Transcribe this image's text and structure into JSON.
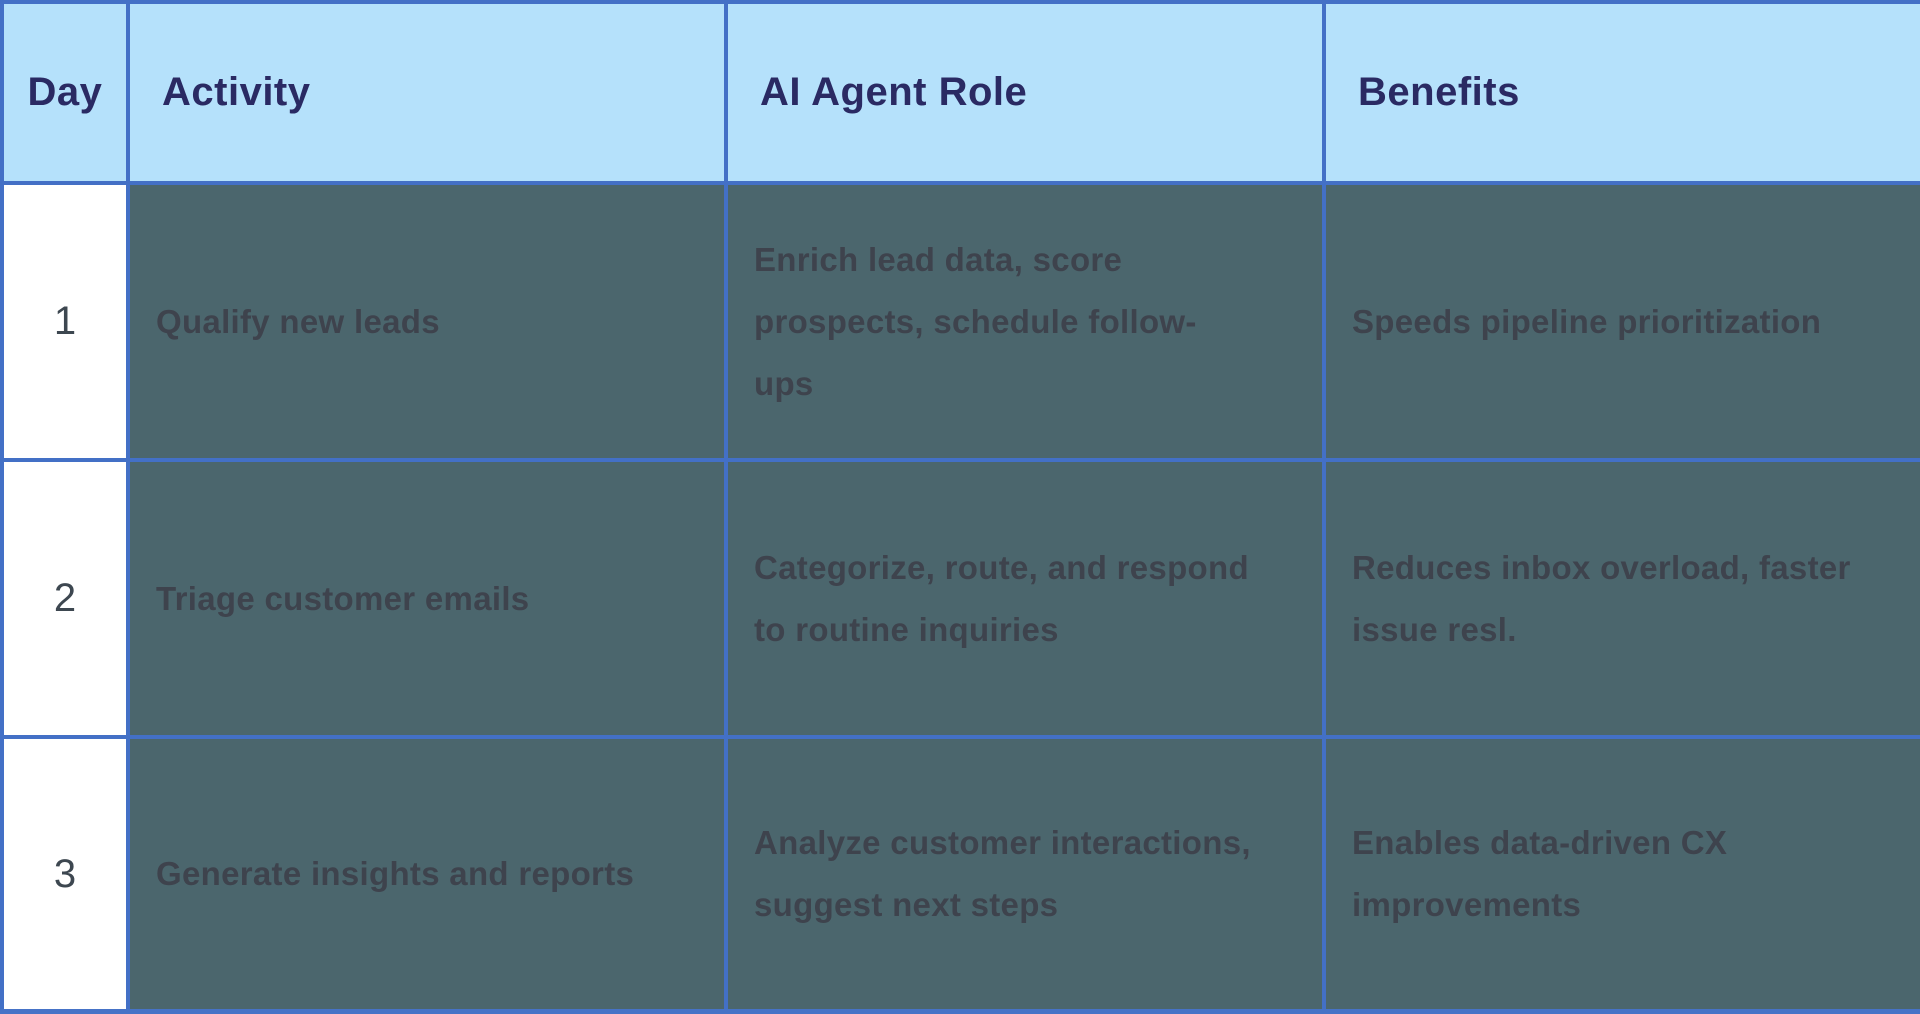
{
  "table": {
    "columns": [
      {
        "label": "Day"
      },
      {
        "label": "Activity"
      },
      {
        "label": "AI Agent Role"
      },
      {
        "label": "Benefits"
      }
    ],
    "rows": [
      {
        "day": "1",
        "activity": "Qualify new leads",
        "ai_agent_role": "Enrich lead data, score\nprospects, schedule follow-\nups",
        "benefits": "Speeds pipeline prioritization"
      },
      {
        "day": "2",
        "activity": "Triage customer emails",
        "ai_agent_role": "Categorize, route, and respond\nto routine inquiries",
        "benefits": "Reduces inbox overload, faster\nissue resl."
      },
      {
        "day": "3",
        "activity": "Generate insights and reports",
        "ai_agent_role": "Analyze customer interactions,\nsuggest next steps",
        "benefits": "Enables data-driven CX\nimprovements"
      }
    ]
  },
  "colors": {
    "header_bg": "#b5e1fb",
    "header_text": "#2a2a63",
    "grid_border": "#4370c6",
    "outer_border": "#365ca3",
    "bottom_bar": "#4673c7",
    "body_cell_bg": "#4b666d",
    "body_text": "#3e434d",
    "day_cell_bg": "#ffffff",
    "day_text": "#3d4750"
  }
}
